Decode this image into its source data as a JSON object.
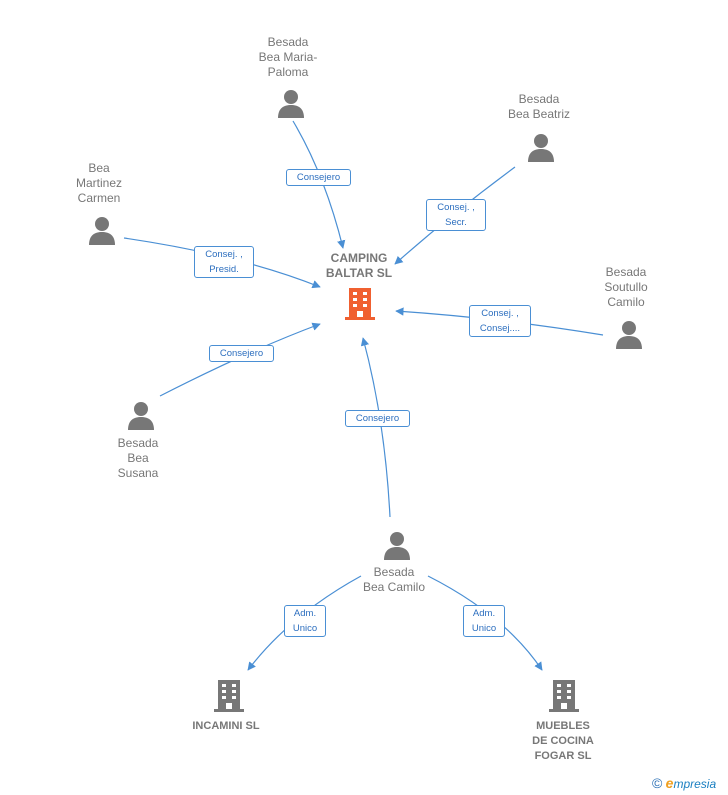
{
  "diagram": {
    "center": {
      "name": "CAMPING\nBALTAR SL",
      "color": "#f06030"
    },
    "persons": [
      {
        "id": "p1",
        "name": "Besada\nBea Maria-\nPaloma"
      },
      {
        "id": "p2",
        "name": "Besada\nBea Beatriz"
      },
      {
        "id": "p3",
        "name": "Bea\nMartinez\nCarmen"
      },
      {
        "id": "p4",
        "name": "Besada\nSoutullo\nCamilo"
      },
      {
        "id": "p5",
        "name": "Besada\nBea\nSusana"
      },
      {
        "id": "p6",
        "name": "Besada\nBea Camilo"
      }
    ],
    "companies": [
      {
        "id": "c1",
        "name": "INCAMINI SL"
      },
      {
        "id": "c2",
        "name": "MUEBLES\nDE COCINA\nFOGAR SL"
      }
    ],
    "edges": [
      {
        "id": "e1",
        "from": "p1",
        "to": "center",
        "label": "Consejero"
      },
      {
        "id": "e2",
        "from": "p2",
        "to": "center",
        "label": "Consej. ,\nSecr."
      },
      {
        "id": "e3",
        "from": "p3",
        "to": "center",
        "label": "Consej. ,\nPresid."
      },
      {
        "id": "e4",
        "from": "p4",
        "to": "center",
        "label": "Consej. ,\nConsej...."
      },
      {
        "id": "e5",
        "from": "p5",
        "to": "center",
        "label": "Consejero"
      },
      {
        "id": "e6",
        "from": "p6",
        "to": "center",
        "label": "Consejero"
      },
      {
        "id": "e7",
        "from": "p6",
        "to": "c1",
        "label": "Adm.\nUnico"
      },
      {
        "id": "e8",
        "from": "p6",
        "to": "c2",
        "label": "Adm.\nUnico"
      }
    ],
    "colors": {
      "edge": "#4a8fd4",
      "person": "#777777",
      "company": "#777777"
    }
  },
  "brand": {
    "symbol": "©",
    "initial": "e",
    "rest": "mpresia"
  }
}
